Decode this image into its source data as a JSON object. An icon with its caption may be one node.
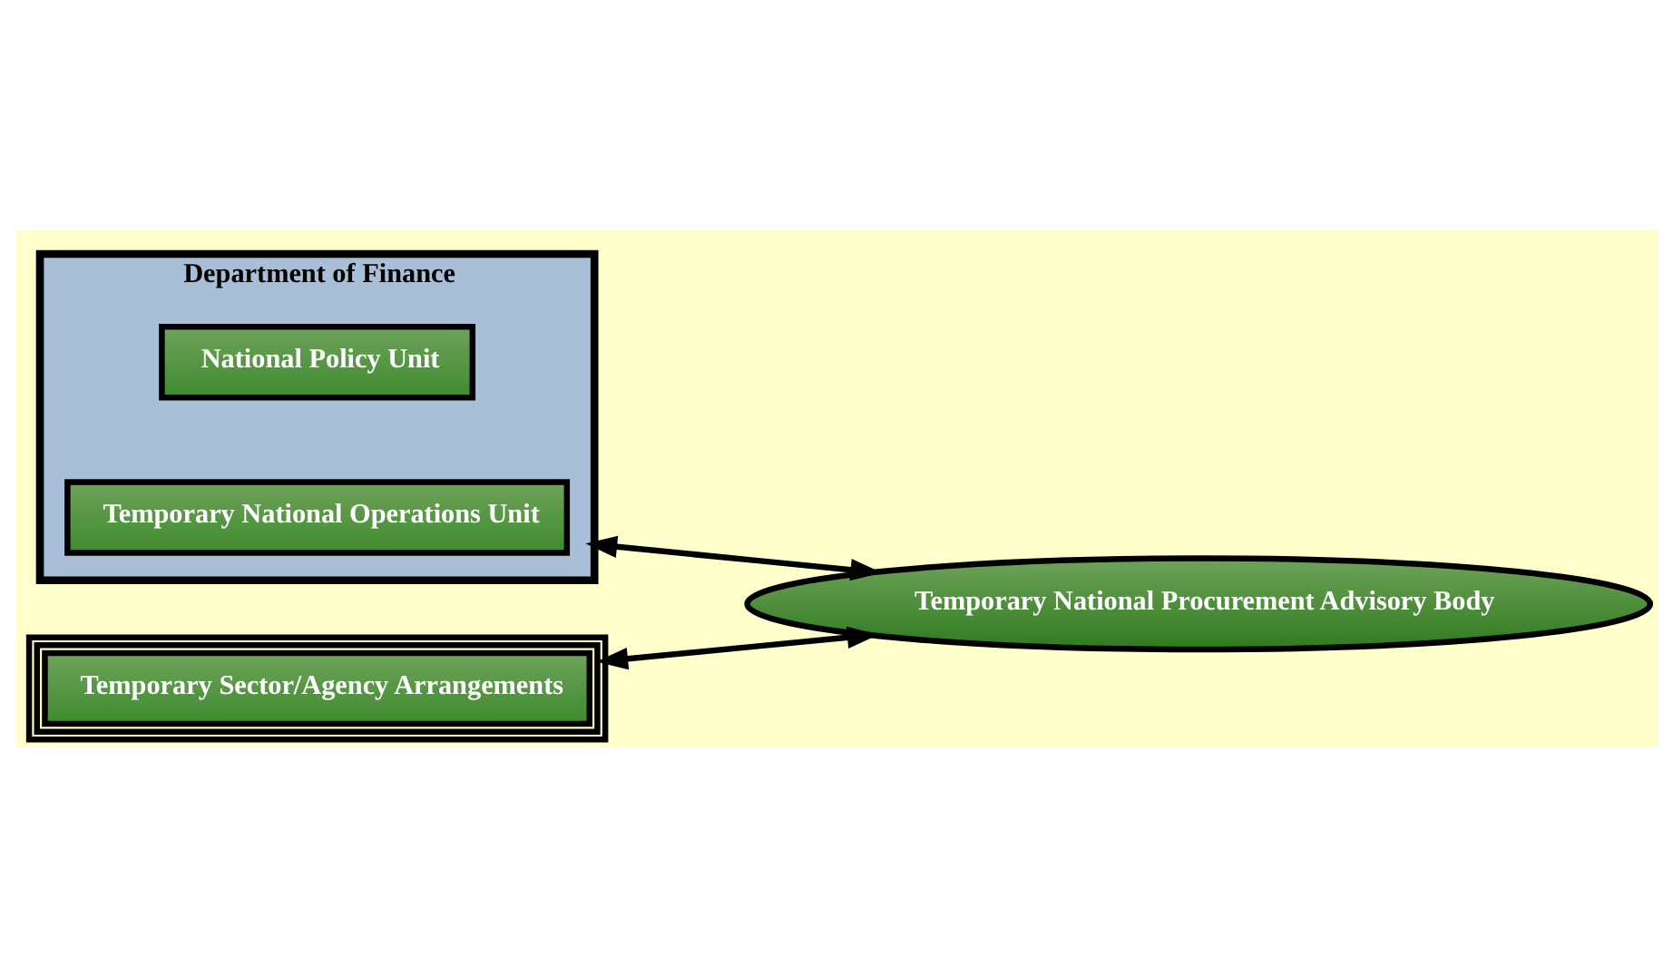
{
  "diagram": {
    "nodes": [
      {
        "text": [
          "Department of Finance"
        ]
      },
      {
        "text": [
          "National Policy Unit"
        ],
        "in": 0
      },
      {
        "text": [
          "Temporary National Operations Unit"
        ],
        "in": 0
      },
      {
        "text": [
          "Temporary National Procurement Advisory Body"
        ]
      },
      {
        "text": [
          "Temporary Sector/Agency Arrangements"
        ]
      }
    ],
    "edges": [
      {
        "from": 0,
        "to": 3,
        "arrow": "both"
      },
      {
        "from": 4,
        "to": 3,
        "arrow": "both"
      }
    ]
  }
}
